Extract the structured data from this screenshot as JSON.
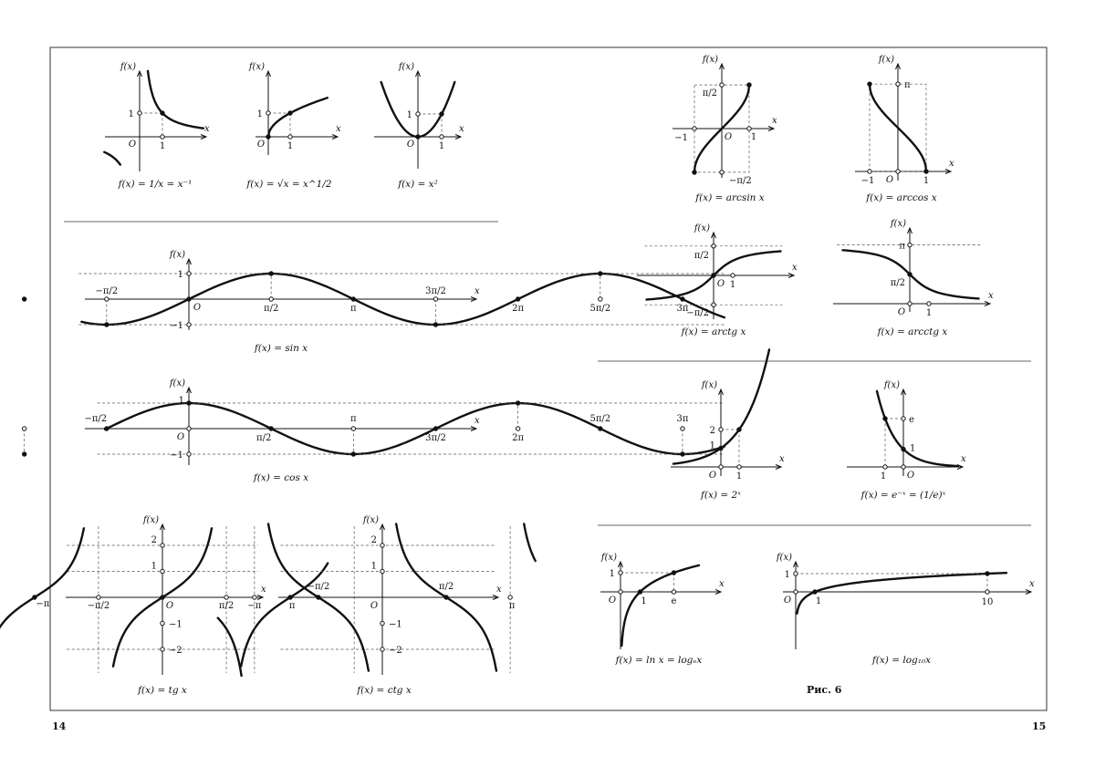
{
  "page_numbers": {
    "left": "14",
    "right": "15"
  },
  "figure_caption": "Рис. 6",
  "symbols": {
    "f_axis": "f(x)",
    "x_axis": "x",
    "origin": "O"
  },
  "graphs": {
    "reciprocal": {
      "caption": "f(x) = 1/x = x⁻¹",
      "ticks": [
        "1",
        "1"
      ]
    },
    "sqrt": {
      "caption": "f(x) = √x = x^1/2",
      "ticks": [
        "1",
        "1"
      ]
    },
    "square": {
      "caption": "f(x) = x²",
      "ticks": [
        "1",
        "1"
      ]
    },
    "sin": {
      "caption": "f(x) = sin x",
      "ticks": [
        "−π/2",
        "π/2",
        "π",
        "3π/2",
        "2π",
        "5π/2",
        "3π",
        "1",
        "−1"
      ]
    },
    "cos": {
      "caption": "f(x) = cos x",
      "ticks": [
        "−π/2",
        "π/2",
        "π",
        "3π/2",
        "2π",
        "5π/2",
        "3π",
        "1",
        "−1"
      ]
    },
    "tg": {
      "caption": "f(x) = tg x",
      "ticks": [
        "−π",
        "−π/2",
        "π/2",
        "π",
        "2",
        "1",
        "−1",
        "−2"
      ]
    },
    "ctg": {
      "caption": "f(x) = ctg x",
      "ticks": [
        "−π",
        "−π/2",
        "π/2",
        "π",
        "2",
        "1",
        "−1",
        "−2"
      ]
    },
    "arcsin": {
      "caption": "f(x) = arcsin x",
      "ticks": [
        "π/2",
        "−π/2",
        "−1",
        "1"
      ]
    },
    "arccos": {
      "caption": "f(x) = arccos x",
      "ticks": [
        "π",
        "−1",
        "1"
      ]
    },
    "arctg": {
      "caption": "f(x) = arctg x",
      "ticks": [
        "π/2",
        "−π/2",
        "1"
      ]
    },
    "arcctg": {
      "caption": "f(x) = arcctg x",
      "ticks": [
        "π",
        "π/2",
        "1"
      ]
    },
    "exp2": {
      "caption": "f(x) = 2ˣ",
      "ticks": [
        "2",
        "1",
        "1"
      ]
    },
    "exp_neg": {
      "caption": "f(x) = e⁻ˣ = (1/e)ˣ",
      "ticks": [
        "e",
        "1",
        "1"
      ]
    },
    "ln": {
      "caption": "f(x) = ln x = logₑx",
      "ticks": [
        "1",
        "1",
        "e"
      ]
    },
    "log10": {
      "caption": "f(x) = log₁₀x",
      "ticks": [
        "1",
        "1",
        "10"
      ]
    }
  }
}
